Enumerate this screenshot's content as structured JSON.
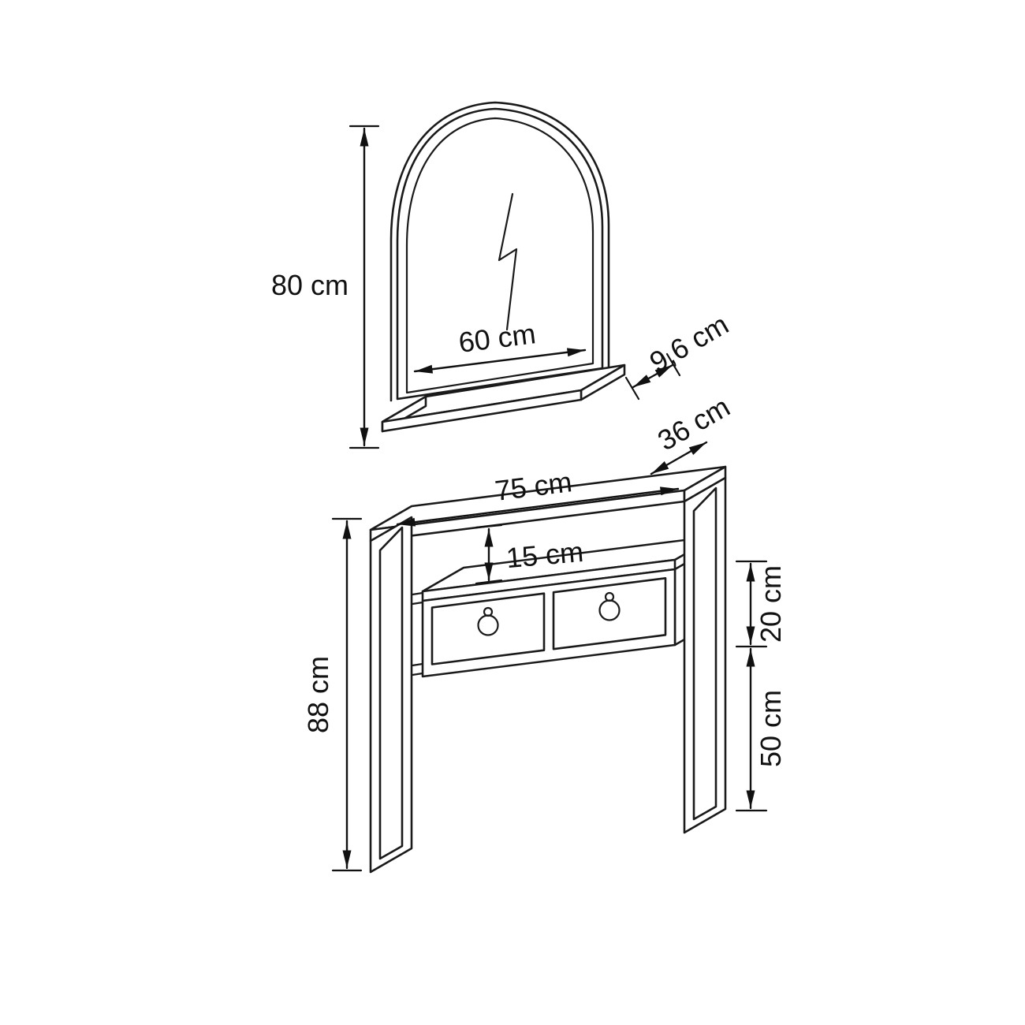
{
  "diagram": {
    "dimensions": {
      "mirror_height": "80 cm",
      "mirror_width": "60 cm",
      "mirror_shelf_depth": "9,6 cm",
      "table_depth": "36 cm",
      "table_width": "75 cm",
      "table_height": "88 cm",
      "open_shelf_gap": "15 cm",
      "drawer_section_height": "20 cm",
      "leg_height": "50 cm"
    },
    "colors": {
      "line": "#1a1a1a",
      "background": "#ffffff"
    }
  }
}
